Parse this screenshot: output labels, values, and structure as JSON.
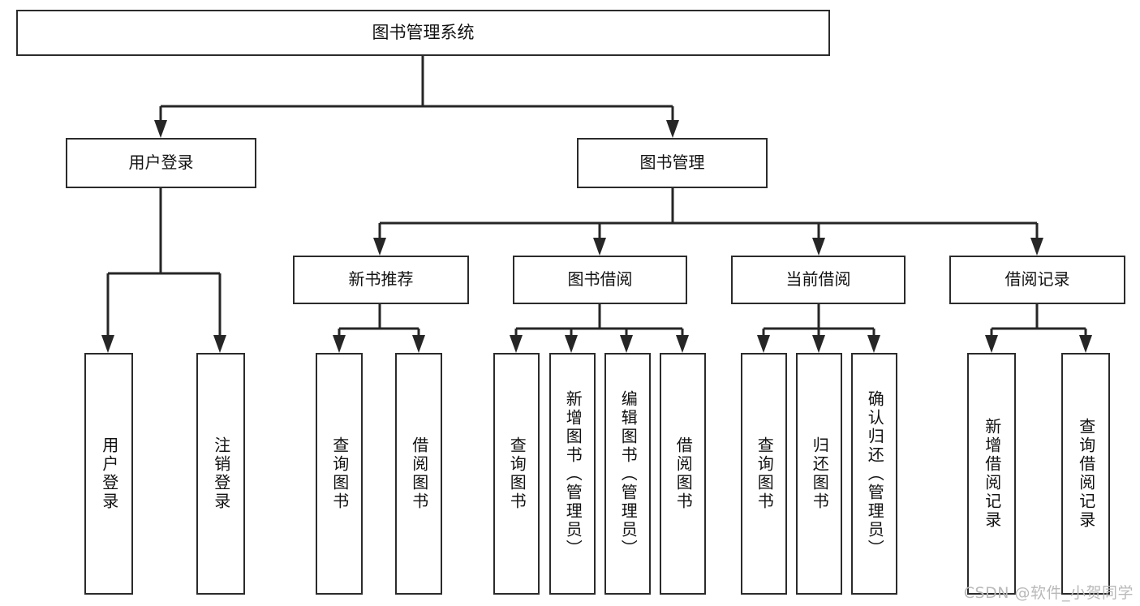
{
  "diagram": {
    "title": "图书管理系统",
    "watermark": "CSDN @软件_小贺同学",
    "accent_color": "#262626",
    "box_border_color": "#2b2b2b",
    "background_color": "#ffffff",
    "watermark_color": "#b9b9b9"
  },
  "root": {
    "label": "图书管理系统"
  },
  "level2": [
    {
      "label": "用户登录"
    },
    {
      "label": "图书管理"
    }
  ],
  "level3": [
    {
      "label": "新书推荐"
    },
    {
      "label": "图书借阅"
    },
    {
      "label": "当前借阅"
    },
    {
      "label": "借阅记录"
    }
  ],
  "leaves": {
    "user_login": [
      {
        "label": "用户登录"
      },
      {
        "label": "注销登录"
      }
    ],
    "new_book": [
      {
        "label": "查询图书"
      },
      {
        "label": "借阅图书"
      }
    ],
    "book_borrow": [
      {
        "label": "查询图书"
      },
      {
        "label": "新增图书（管理员）"
      },
      {
        "label": "编辑图书（管理员）"
      },
      {
        "label": "借阅图书"
      }
    ],
    "current_borrow": [
      {
        "label": "查询图书"
      },
      {
        "label": "归还图书"
      },
      {
        "label": "确认归还（管理员）"
      }
    ],
    "borrow_record": [
      {
        "label": "新增借阅记录"
      },
      {
        "label": "查询借阅记录"
      }
    ]
  }
}
